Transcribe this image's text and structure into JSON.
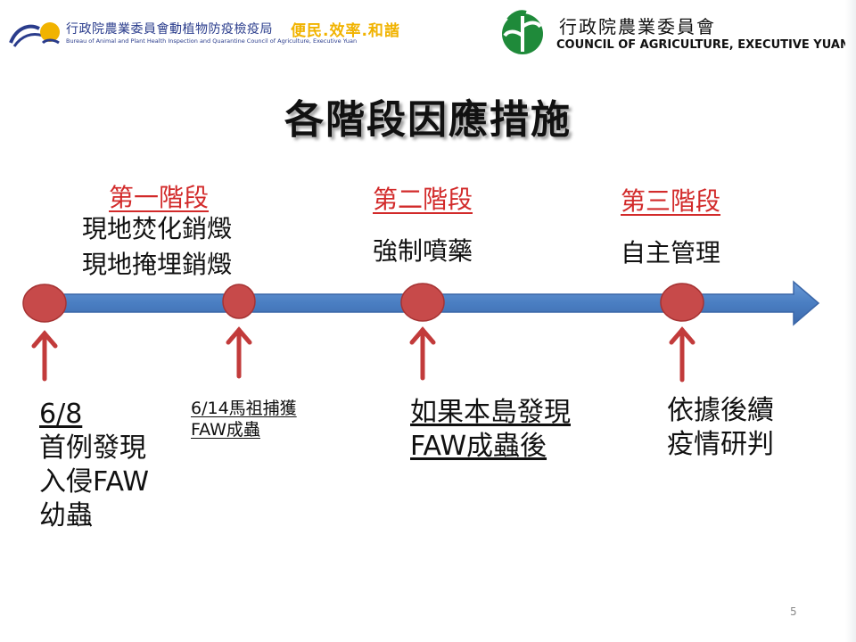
{
  "header": {
    "bapiq_name_cn": "行政院農業委員會動植物防疫檢疫局",
    "bapiq_name_en": "Bureau of Animal and Plant Health Inspection and Quarantine Council of Agriculture, Executive Yuan",
    "slogan": "便民.效率.和諧",
    "coa_name_cn": "行政院農業委員會",
    "coa_name_en": "COUNCIL OF AGRICULTURE, EXECUTIVE YUAN"
  },
  "title": "各階段因應措施",
  "stages": [
    {
      "label": "第一階段",
      "lines": [
        "現地焚化銷燬",
        "現地掩埋銷燬"
      ]
    },
    {
      "label": "第二階段",
      "lines": [
        "強制噴藥"
      ]
    },
    {
      "label": "第三階段",
      "lines": [
        "自主管理"
      ]
    }
  ],
  "events": [
    {
      "lines": [
        "6/8",
        "首例發現",
        "入侵FAW",
        "幼蟲"
      ]
    },
    {
      "lines": [
        "6/14馬祖捕獲",
        "FAW成蟲"
      ]
    },
    {
      "lines": [
        "如果本島發現",
        "FAW成蟲後"
      ]
    },
    {
      "lines": [
        "依據後續",
        "疫情研判"
      ]
    }
  ],
  "page_number": "5",
  "colors": {
    "arrow_fill": "#4a7ec2",
    "arrow_stroke": "#3a66a8",
    "node_fill": "#c74a4a",
    "node_stroke": "#a63333",
    "pointer": "#c23b3b",
    "stage_label": "#d22a2a"
  }
}
